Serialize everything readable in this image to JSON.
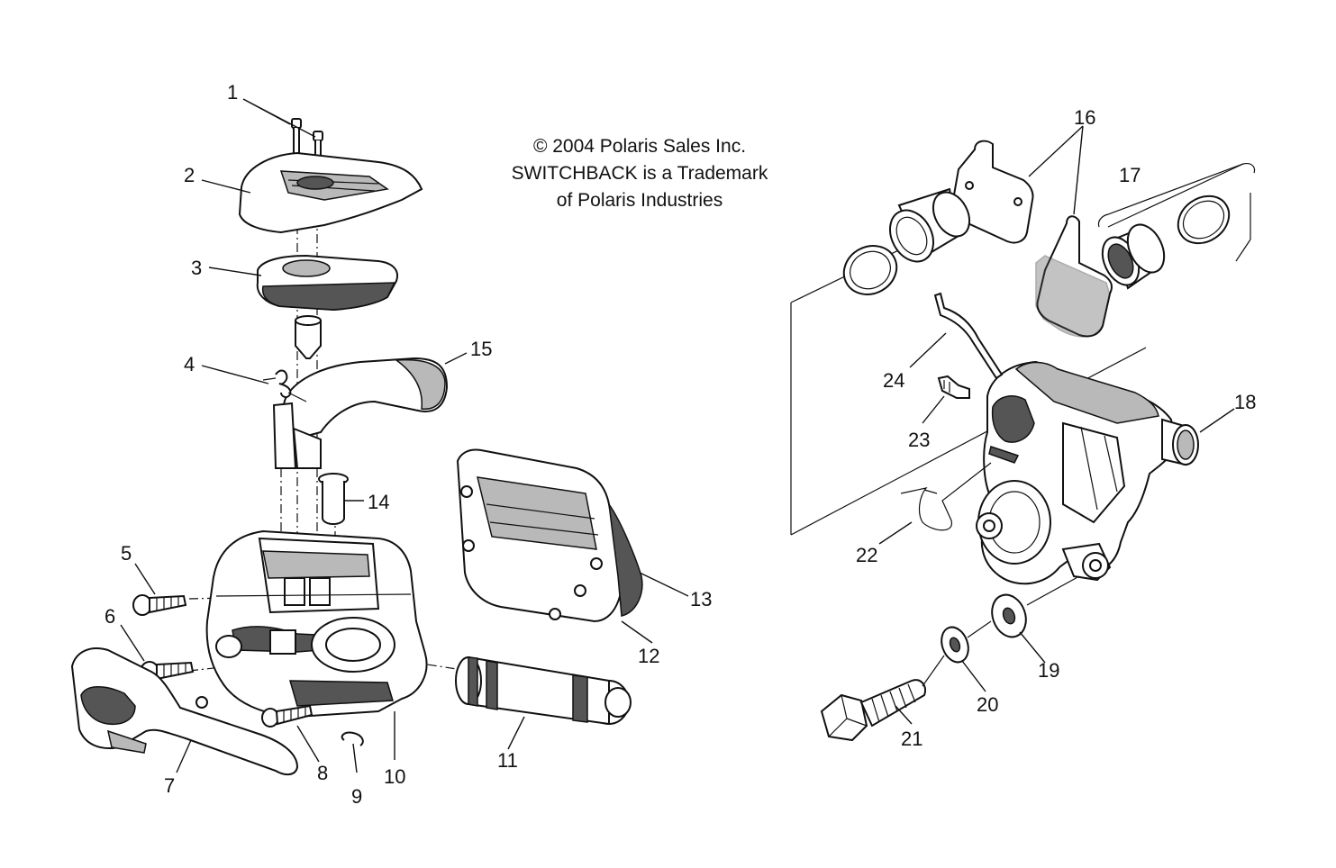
{
  "notice": {
    "line1": "© 2004 Polaris Sales Inc.",
    "line2": "SWITCHBACK is a Trademark",
    "line3": "of Polaris Industries"
  },
  "callouts": {
    "c1": "1",
    "c2": "2",
    "c3": "3",
    "c4": "4",
    "c5": "5",
    "c6": "6",
    "c7": "7",
    "c8": "8",
    "c9": "9",
    "c10": "10",
    "c11": "11",
    "c12": "12",
    "c13": "13",
    "c14": "14",
    "c15": "15",
    "c16": "16",
    "c17": "17",
    "c18": "18",
    "c19": "19",
    "c20": "20",
    "c21": "21",
    "c22": "22",
    "c23": "23",
    "c24": "24"
  }
}
